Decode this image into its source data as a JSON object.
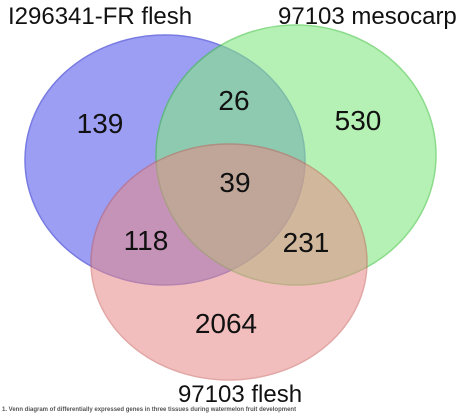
{
  "sets": [
    {
      "name": "I296341-FR flesh",
      "color": "#7a7ef0",
      "stroke": "#4c4fd8"
    },
    {
      "name": "97103 mesocarp",
      "color": "#84e884",
      "stroke": "#3fc43f"
    },
    {
      "name": "97103 flesh",
      "color": "#e88a88",
      "stroke": "#c9605d"
    }
  ],
  "regions": {
    "only_fr_flesh": "139",
    "fr_flesh_and_mesocarp": "26",
    "only_mesocarp": "530",
    "all_three": "39",
    "fr_flesh_and_flesh": "118",
    "mesocarp_and_flesh": "231",
    "only_flesh": "2064"
  },
  "caption": "1. Venn diagram of differentially expressed genes in three tissues during watermelon fruit development"
}
